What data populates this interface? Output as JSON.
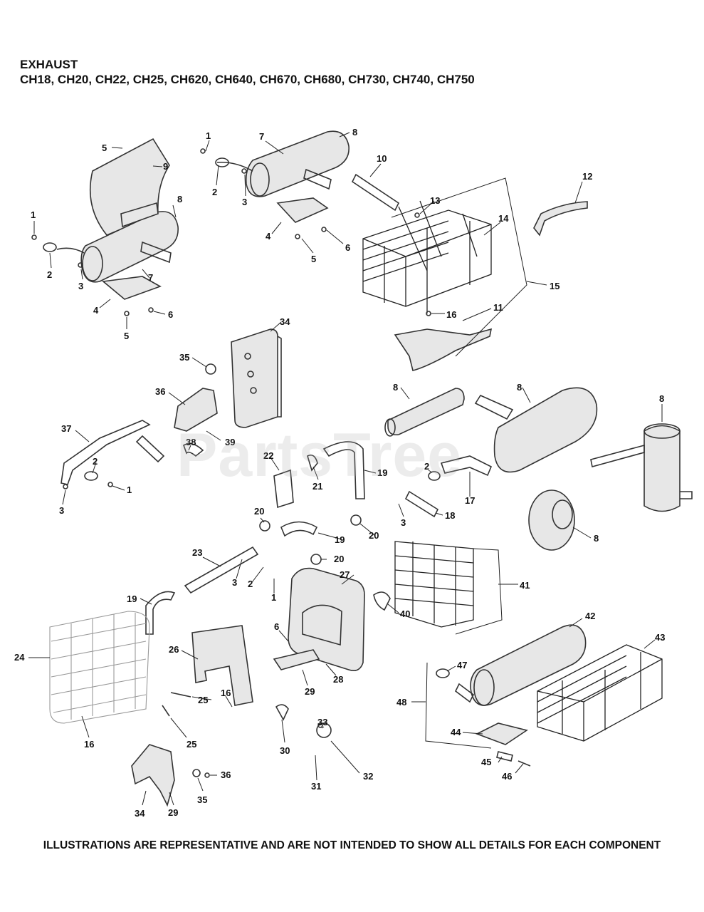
{
  "header": {
    "title": "EXHAUST",
    "models": "CH18, CH20, CH22, CH25, CH620, CH640, CH670, CH680, CH730, CH740, CH750"
  },
  "watermark": "PartsTree",
  "footer": "ILLUSTRATIONS ARE REPRESENTATIVE AND ARE NOT INTENDED TO SHOW ALL DETAILS FOR EACH COMPONENT",
  "callouts": [
    "1",
    "2",
    "3",
    "4",
    "5",
    "6",
    "7",
    "8",
    "9",
    "10",
    "11",
    "12",
    "13",
    "14",
    "15",
    "16",
    "17",
    "18",
    "19",
    "20",
    "21",
    "22",
    "23",
    "24",
    "25",
    "26",
    "27",
    "28",
    "29",
    "30",
    "31",
    "32",
    "33",
    "34",
    "35",
    "36",
    "37",
    "38",
    "39",
    "40",
    "41",
    "42",
    "43",
    "44",
    "45",
    "46",
    "47",
    "48"
  ]
}
